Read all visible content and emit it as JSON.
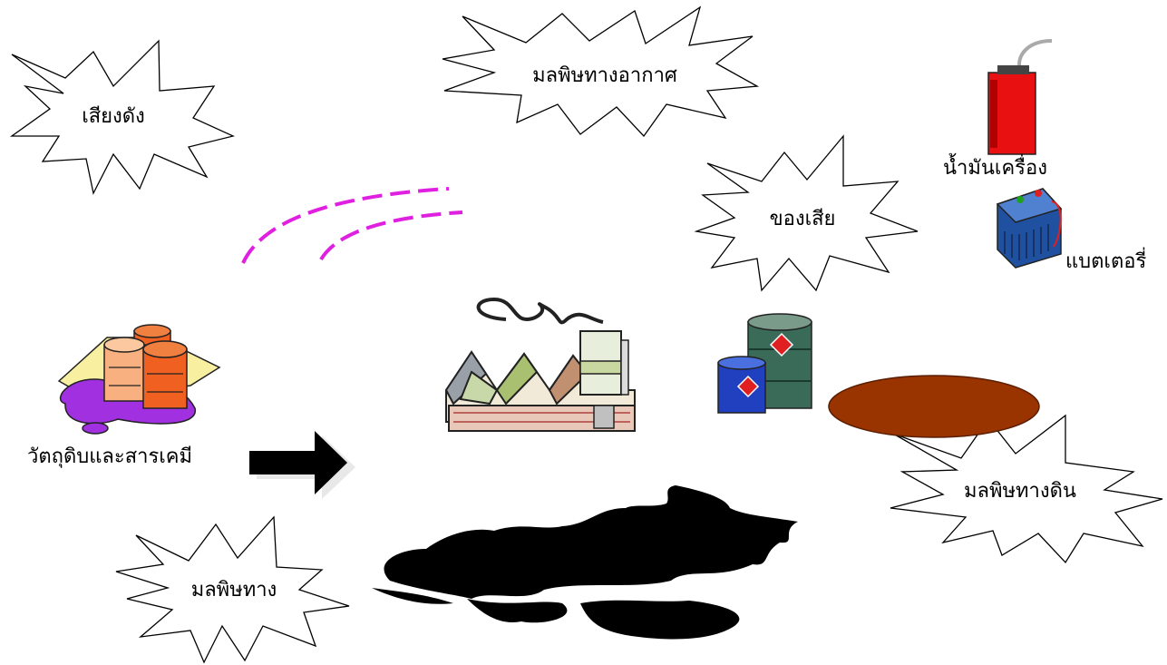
{
  "labels": {
    "noise": "เสียงดัง",
    "air_pollution": "มลพิษทางอากาศ",
    "waste": "ของเสีย",
    "engine_oil": "น้ำมันเครื่อง",
    "battery": "แบตเตอรี่",
    "raw_materials": "วัตถุดิบและสารเคมี",
    "soil_pollution": "มลพิษทางดิน",
    "water_pollution": "มลพิษทาง"
  },
  "colors": {
    "noise_wave": "#e020e0",
    "oil_can": "#e81010",
    "soil_stain": "#993300",
    "spill": "#000000",
    "chemical_puddle": "#a030e0",
    "barrel_orange": "#f06020",
    "barrel_peach": "#f8b080",
    "drum_green": "#3a6a58",
    "drum_blue": "#2040c0",
    "battery_blue": "#2050a0"
  },
  "icons": [
    "explosion-burst-icon",
    "factory-icon",
    "oil-can-icon",
    "battery-icon",
    "chemical-barrels-icon",
    "hazard-drums-icon",
    "arrow-right-icon",
    "oil-spill-icon",
    "soil-stain-icon"
  ]
}
